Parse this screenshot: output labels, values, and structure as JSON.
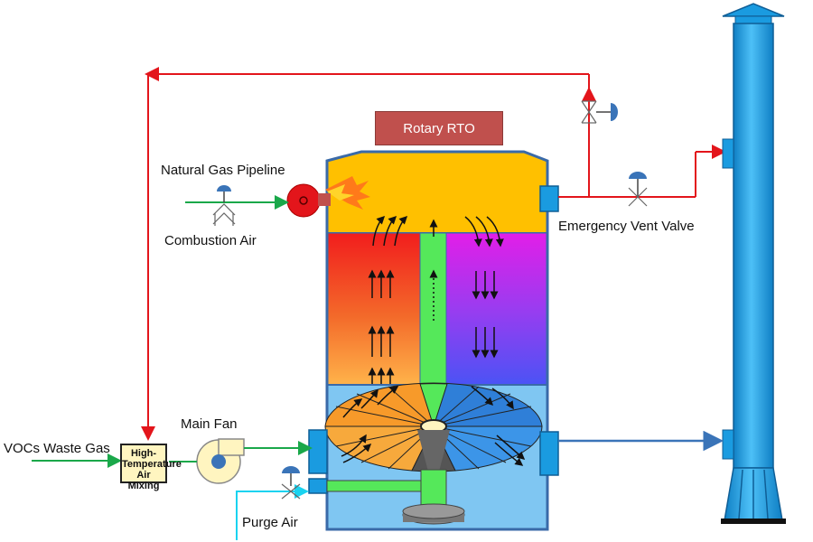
{
  "title": "Rotary RTO",
  "labels": {
    "natural_gas": "Natural Gas Pipeline",
    "combustion_air": "Combustion Air",
    "emergency_vent": "Emergency Vent Valve",
    "main_fan": "Main Fan",
    "vocs_waste_gas": "VOCs Waste Gas",
    "mixing_box": "High-Temperature Air Mixing",
    "purge_air": "Purge Air"
  },
  "colors": {
    "hot_line": "#e3151b",
    "green_line": "#1aa84a",
    "cyan_line": "#19d3f0",
    "blue_line": "#3a74b8",
    "chamber_top": "#ffc000",
    "stack": "#1a9be0",
    "bottom_chamber": "#7fc6f2",
    "green_duct": "#55e85a"
  }
}
